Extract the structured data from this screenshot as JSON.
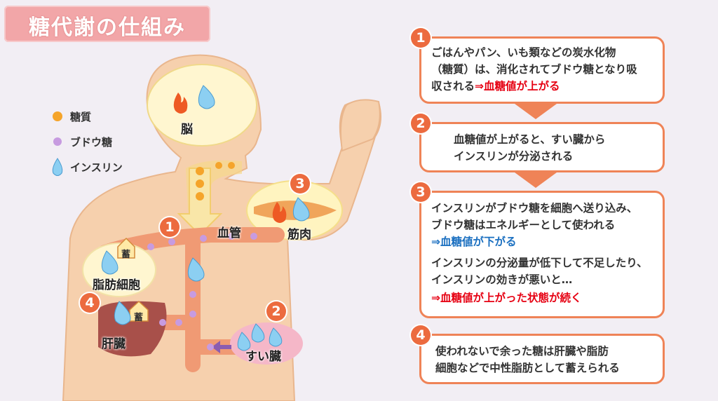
{
  "title": "糖代謝の仕組み",
  "legend": [
    {
      "label": "糖質",
      "icon": "sugar-dot-icon",
      "color": "#f5a42a"
    },
    {
      "label": "ブドウ糖",
      "icon": "glucose-dot-icon",
      "color": "#c79be0"
    },
    {
      "label": "インスリン",
      "icon": "insulin-drop-icon",
      "color": "#7ec4ee"
    }
  ],
  "body": {
    "labels": {
      "brain": "脳",
      "vessel": "血管",
      "muscle": "筋肉",
      "fat": "脂肪細胞",
      "liver": "肝臓",
      "pancreas": "すい臓",
      "store": "蓄"
    },
    "markers": {
      "m1": "1",
      "m2": "2",
      "m3": "3",
      "m4": "4"
    }
  },
  "steps": [
    {
      "num": "1",
      "lines": [
        "ごはんやパン、いも類などの炭水化物",
        "（糖質）は、消化されてブドウ糖となり吸"
      ],
      "line3_prefix": "収される",
      "line3_emphasis": "⇒血糖値が上がる"
    },
    {
      "num": "2",
      "lines": [
        "血糖値が上がると、すい臓から",
        "インスリンが分泌される"
      ]
    },
    {
      "num": "3",
      "lines": [
        "インスリンがブドウ糖を細胞へ送り込み、",
        "ブドウ糖はエネルギーとして使われる"
      ],
      "emphasis_blue": "⇒血糖値が下がる",
      "lines2": [
        "インスリンの分泌量が低下して不足したり、",
        "インスリンの効きが悪いと…"
      ],
      "emphasis_red": "⇒血糖値が上がった状態が続く"
    },
    {
      "num": "4",
      "lines": [
        "使われないで余った糖は肝臓や脂肪",
        "細胞などで中性脂肪として蓄えられる"
      ]
    }
  ],
  "colors": {
    "accent": "#ef8357",
    "marker": "#ec6b3f",
    "skin": "#f6d0ad",
    "vessel": "#f09a74",
    "emphasis_red": "#e60012",
    "emphasis_blue": "#1a6fc0"
  }
}
